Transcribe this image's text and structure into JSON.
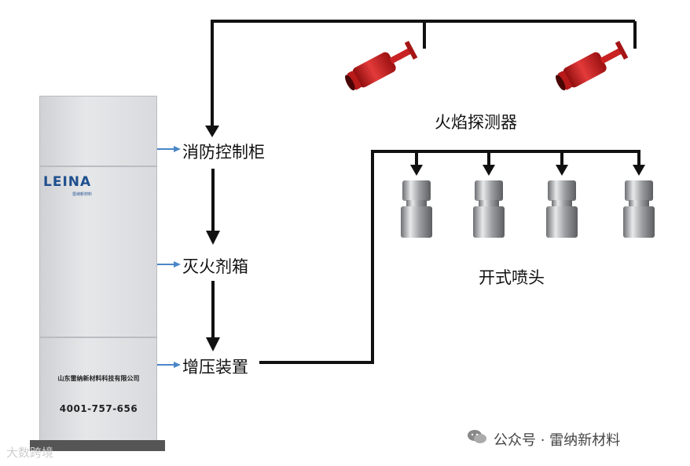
{
  "cabinet": {
    "logo": "LEINA",
    "logo_sub": "雷纳新材料",
    "company": "山东雷纳新材料科技有限公司",
    "phone": "4001-757-656"
  },
  "labels": {
    "control": "消防控制柜",
    "agent_box": "灭火剂箱",
    "booster": "增压装置",
    "detector": "火焰探测器",
    "nozzle": "开式喷头"
  },
  "footer": "公众号 · 雷纳新材料",
  "watermark": "大数跨境",
  "colors": {
    "line": "#111111",
    "detector": "#d11f1f",
    "pointer": "#4a86c8"
  }
}
